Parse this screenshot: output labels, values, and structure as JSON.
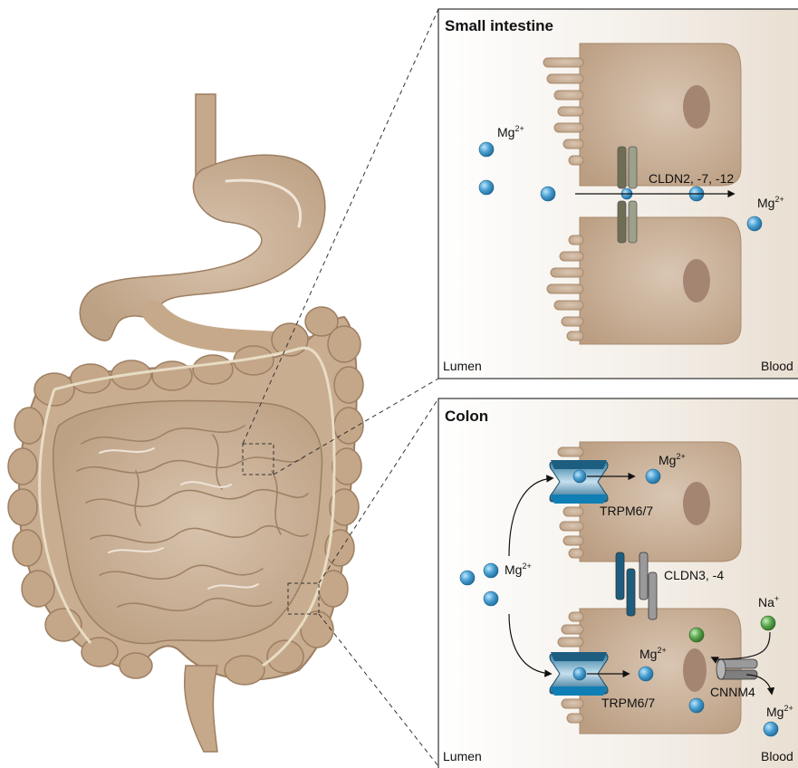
{
  "panels": {
    "small_intestine": {
      "title": "Small intestine",
      "ion": "Mg",
      "ion_charge": "2+",
      "channel_label": "CLDN2, -7, -12",
      "lumen_label": "Lumen",
      "blood_label": "Blood"
    },
    "colon": {
      "title": "Colon",
      "ion": "Mg",
      "ion_charge": "2+",
      "trpm_label": "TRPM6/7",
      "claudin_label": "CLDN3, -4",
      "na_ion": "Na",
      "na_charge": "+",
      "cnnm_label": "CNNM4",
      "lumen_label": "Lumen",
      "blood_label": "Blood"
    }
  },
  "colors": {
    "tissue": "#c6a98b",
    "tissue_dark": "#a88a6c",
    "cell": "#c2a589",
    "nucleus": "#a48572",
    "panel_bg": "#f1ebe2",
    "ion_blue": "#3b8fc4",
    "ion_green": "#4f9a45",
    "channel_blue": "#1d5d80",
    "channel_grey": "#8f8f8f"
  }
}
